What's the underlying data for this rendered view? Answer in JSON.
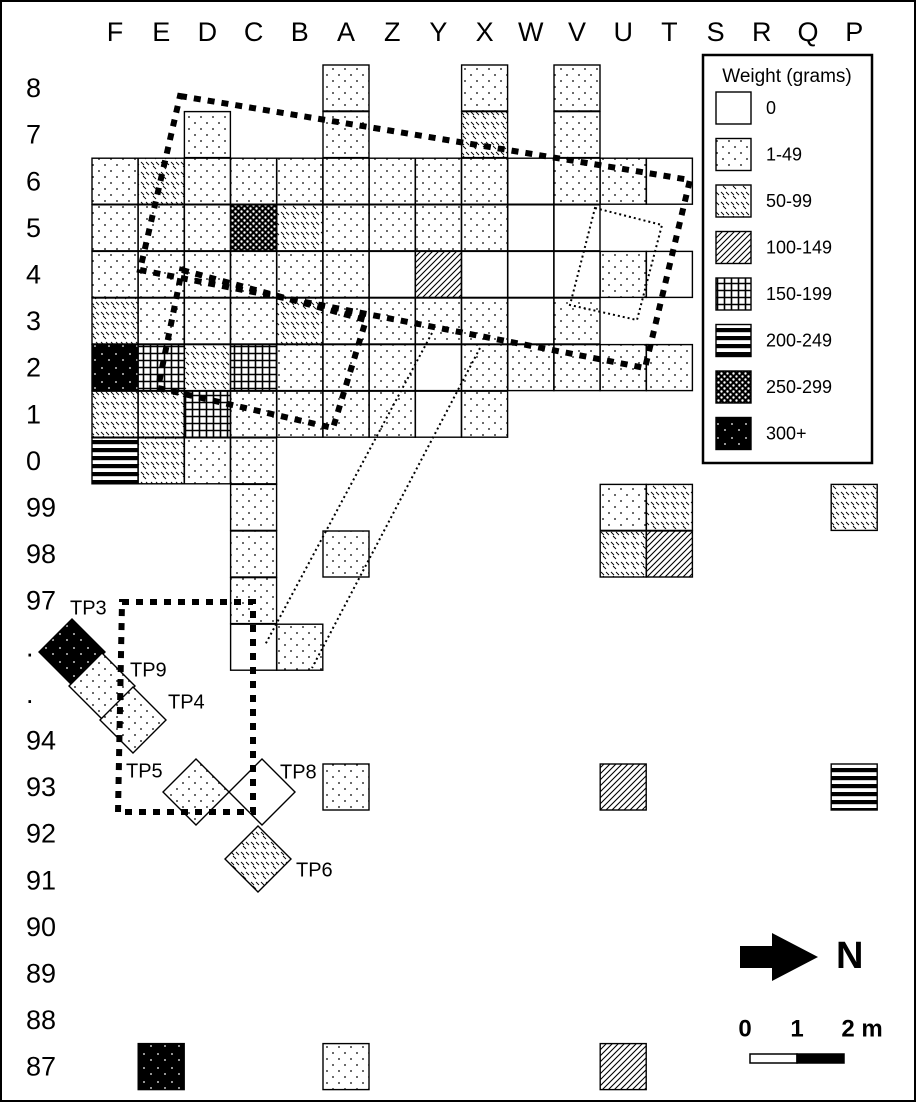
{
  "columns": [
    "F",
    "E",
    "D",
    "C",
    "B",
    "A",
    "Z",
    "Y",
    "X",
    "W",
    "V",
    "U",
    "T",
    "S",
    "R",
    "Q",
    "P"
  ],
  "rows": [
    "8",
    "7",
    "6",
    "5",
    "4",
    "3",
    "2",
    "1",
    "0",
    "99",
    "98",
    "97",
    ".",
    ".",
    "94",
    "93",
    "92",
    "91",
    "90",
    "89",
    "88",
    "87"
  ],
  "legend": {
    "title": "Weight (grams)",
    "items": [
      {
        "cat": 0,
        "label": "0"
      },
      {
        "cat": 1,
        "label": "1-49"
      },
      {
        "cat": 2,
        "label": "50-99"
      },
      {
        "cat": 3,
        "label": "100-149"
      },
      {
        "cat": 4,
        "label": "150-199"
      },
      {
        "cat": 5,
        "label": "200-249"
      },
      {
        "cat": 6,
        "label": "250-299"
      },
      {
        "cat": 7,
        "label": "300+"
      }
    ]
  },
  "units": [
    {
      "c": "A",
      "r": "8",
      "cat": 1
    },
    {
      "c": "X",
      "r": "8",
      "cat": 1
    },
    {
      "c": "V",
      "r": "8",
      "cat": 1
    },
    {
      "c": "D",
      "r": "7",
      "cat": 1
    },
    {
      "c": "A",
      "r": "7",
      "cat": 1
    },
    {
      "c": "X",
      "r": "7",
      "cat": 2
    },
    {
      "c": "V",
      "r": "7",
      "cat": 1
    },
    {
      "c": "F",
      "r": "6",
      "cat": 1
    },
    {
      "c": "E",
      "r": "6",
      "cat": 2
    },
    {
      "c": "D",
      "r": "6",
      "cat": 1
    },
    {
      "c": "C",
      "r": "6",
      "cat": 1
    },
    {
      "c": "B",
      "r": "6",
      "cat": 1
    },
    {
      "c": "A",
      "r": "6",
      "cat": 1
    },
    {
      "c": "Z",
      "r": "6",
      "cat": 1
    },
    {
      "c": "Y",
      "r": "6",
      "cat": 1
    },
    {
      "c": "X",
      "r": "6",
      "cat": 1
    },
    {
      "c": "W",
      "r": "6",
      "cat": 0
    },
    {
      "c": "V",
      "r": "6",
      "cat": 1
    },
    {
      "c": "U",
      "r": "6",
      "cat": 1
    },
    {
      "c": "T",
      "r": "6",
      "cat": 0
    },
    {
      "c": "F",
      "r": "5",
      "cat": 1
    },
    {
      "c": "E",
      "r": "5",
      "cat": 1
    },
    {
      "c": "D",
      "r": "5",
      "cat": 1
    },
    {
      "c": "C",
      "r": "5",
      "cat": 6
    },
    {
      "c": "B",
      "r": "5",
      "cat": 2
    },
    {
      "c": "A",
      "r": "5",
      "cat": 1
    },
    {
      "c": "Z",
      "r": "5",
      "cat": 1
    },
    {
      "c": "Y",
      "r": "5",
      "cat": 1
    },
    {
      "c": "X",
      "r": "5",
      "cat": 1
    },
    {
      "c": "W",
      "r": "5",
      "cat": 0
    },
    {
      "c": "V",
      "r": "5",
      "cat": 0
    },
    {
      "c": "F",
      "r": "4",
      "cat": 1
    },
    {
      "c": "E",
      "r": "4",
      "cat": 1
    },
    {
      "c": "D",
      "r": "4",
      "cat": 1
    },
    {
      "c": "C",
      "r": "4",
      "cat": 1
    },
    {
      "c": "B",
      "r": "4",
      "cat": 1
    },
    {
      "c": "A",
      "r": "4",
      "cat": 1
    },
    {
      "c": "Z",
      "r": "4",
      "cat": 0
    },
    {
      "c": "Y",
      "r": "4",
      "cat": 3
    },
    {
      "c": "X",
      "r": "4",
      "cat": 0
    },
    {
      "c": "W",
      "r": "4",
      "cat": 0
    },
    {
      "c": "V",
      "r": "4",
      "cat": 0
    },
    {
      "c": "U",
      "r": "4",
      "cat": 1
    },
    {
      "c": "T",
      "r": "4",
      "cat": 0
    },
    {
      "c": "F",
      "r": "3",
      "cat": 2
    },
    {
      "c": "E",
      "r": "3",
      "cat": 1
    },
    {
      "c": "D",
      "r": "3",
      "cat": 1
    },
    {
      "c": "C",
      "r": "3",
      "cat": 1
    },
    {
      "c": "B",
      "r": "3",
      "cat": 2
    },
    {
      "c": "A",
      "r": "3",
      "cat": 1
    },
    {
      "c": "Z",
      "r": "3",
      "cat": 1
    },
    {
      "c": "Y",
      "r": "3",
      "cat": 1
    },
    {
      "c": "X",
      "r": "3",
      "cat": 1
    },
    {
      "c": "W",
      "r": "3",
      "cat": 0
    },
    {
      "c": "V",
      "r": "3",
      "cat": 1
    },
    {
      "c": "F",
      "r": "2",
      "cat": 7
    },
    {
      "c": "E",
      "r": "2",
      "cat": 4
    },
    {
      "c": "D",
      "r": "2",
      "cat": 2
    },
    {
      "c": "C",
      "r": "2",
      "cat": 4
    },
    {
      "c": "B",
      "r": "2",
      "cat": 1
    },
    {
      "c": "A",
      "r": "2",
      "cat": 1
    },
    {
      "c": "Z",
      "r": "2",
      "cat": 1
    },
    {
      "c": "Y",
      "r": "2",
      "cat": 0
    },
    {
      "c": "X",
      "r": "2",
      "cat": 1
    },
    {
      "c": "W",
      "r": "2",
      "cat": 1
    },
    {
      "c": "V",
      "r": "2",
      "cat": 1
    },
    {
      "c": "U",
      "r": "2",
      "cat": 1
    },
    {
      "c": "T",
      "r": "2",
      "cat": 1
    },
    {
      "c": "F",
      "r": "1",
      "cat": 2
    },
    {
      "c": "E",
      "r": "1",
      "cat": 2
    },
    {
      "c": "D",
      "r": "1",
      "cat": 4
    },
    {
      "c": "C",
      "r": "1",
      "cat": 1
    },
    {
      "c": "B",
      "r": "1",
      "cat": 1
    },
    {
      "c": "A",
      "r": "1",
      "cat": 1
    },
    {
      "c": "Z",
      "r": "1",
      "cat": 1
    },
    {
      "c": "Y",
      "r": "1",
      "cat": 0
    },
    {
      "c": "X",
      "r": "1",
      "cat": 1
    },
    {
      "c": "F",
      "r": "0",
      "cat": 5
    },
    {
      "c": "E",
      "r": "0",
      "cat": 2
    },
    {
      "c": "D",
      "r": "0",
      "cat": 1
    },
    {
      "c": "C",
      "r": "0",
      "cat": 1
    },
    {
      "c": "C",
      "r": "99",
      "cat": 1
    },
    {
      "c": "U",
      "r": "99",
      "cat": 1
    },
    {
      "c": "T",
      "r": "99",
      "cat": 2
    },
    {
      "c": "P",
      "r": "99",
      "cat": 2
    },
    {
      "c": "C",
      "r": "98",
      "cat": 1
    },
    {
      "c": "A",
      "r": "98",
      "cat": 1
    },
    {
      "c": "U",
      "r": "98",
      "cat": 2
    },
    {
      "c": "T",
      "r": "98",
      "cat": 3
    },
    {
      "c": "C",
      "r": "97",
      "cat": 1
    },
    {
      "c": "C",
      "r": "96",
      "cat": 0
    },
    {
      "c": "B",
      "r": "96",
      "cat": 1
    },
    {
      "c": "A",
      "r": "93",
      "cat": 1
    },
    {
      "c": "U",
      "r": "93",
      "cat": 3
    },
    {
      "c": "P",
      "r": "93",
      "cat": 5
    },
    {
      "c": "E",
      "r": "87",
      "cat": 7
    },
    {
      "c": "A",
      "r": "87",
      "cat": 1
    },
    {
      "c": "U",
      "r": "87",
      "cat": 3
    }
  ],
  "test_pits": [
    {
      "label": "TP3",
      "cat": 7
    },
    {
      "label": "TP9",
      "cat": 1
    },
    {
      "label": "TP4",
      "cat": 1
    },
    {
      "label": "TP5",
      "cat": 1
    },
    {
      "label": "TP8",
      "cat": 0
    },
    {
      "label": "TP6",
      "cat": 2
    }
  ],
  "north": {
    "label": "N"
  },
  "scale": {
    "ticks": [
      "0",
      "1",
      "2 m"
    ]
  }
}
